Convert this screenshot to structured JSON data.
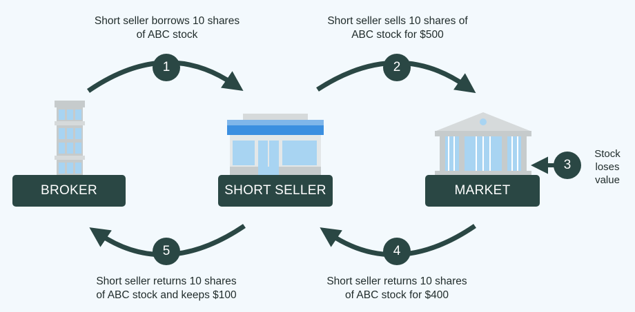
{
  "colors": {
    "background": "#f3f9fd",
    "dark_teal": "#2a4744",
    "building_gray": "#c6cbcc",
    "window_blue": "#a8d4f2",
    "awning_blue": "#3b8fe0"
  },
  "nodes": {
    "broker": "BROKER",
    "short_seller": "SHORT SELLER",
    "market": "MARKET"
  },
  "steps": [
    {
      "number": "1",
      "lines": [
        "Short seller borrows 10 shares",
        "of ABC stock"
      ]
    },
    {
      "number": "2",
      "lines": [
        "Short seller sells 10 shares of",
        "ABC stock for $500"
      ]
    },
    {
      "number": "3",
      "lines": [
        "Stock",
        "loses",
        "value"
      ]
    },
    {
      "number": "4",
      "lines": [
        "Short seller returns 10 shares",
        "of ABC stock for $400"
      ]
    },
    {
      "number": "5",
      "lines": [
        "Short seller returns 10 shares",
        "of ABC stock and keeps $100"
      ]
    }
  ],
  "icons": {
    "broker": "office-building-icon",
    "short_seller": "storefront-icon",
    "market": "stock-exchange-building-icon"
  }
}
